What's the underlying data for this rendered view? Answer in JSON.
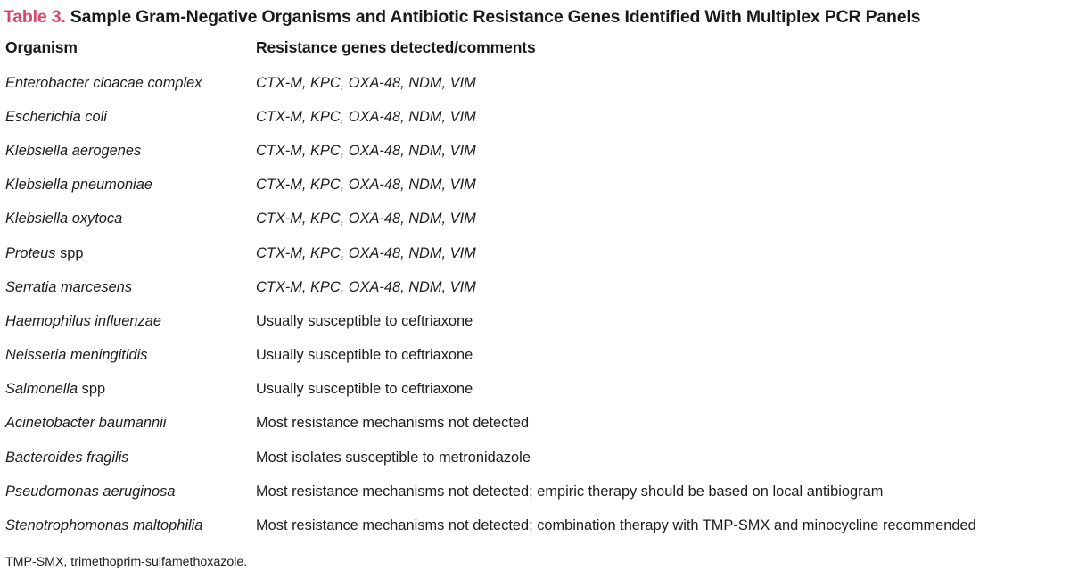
{
  "table": {
    "label": "Table 3.",
    "caption": "Sample Gram-Negative Organisms and Antibiotic Resistance Genes Identified With Multiplex PCR Panels",
    "accent_color": "#d6456a",
    "text_color": "#1a1a1a",
    "background_color": "#ffffff",
    "columns": [
      "Organism",
      "Resistance genes detected/comments"
    ],
    "rows": [
      {
        "organism": "Enterobacter cloacae complex",
        "organism_suffix": "",
        "genes": "CTX-M, KPC, OXA-48, NDM, VIM",
        "genes_italic": true
      },
      {
        "organism": "Escherichia coli",
        "organism_suffix": "",
        "genes": "CTX-M, KPC, OXA-48, NDM, VIM",
        "genes_italic": true
      },
      {
        "organism": "Klebsiella aerogenes",
        "organism_suffix": "",
        "genes": "CTX-M, KPC, OXA-48, NDM, VIM",
        "genes_italic": true
      },
      {
        "organism": "Klebsiella pneumoniae",
        "organism_suffix": "",
        "genes": "CTX-M, KPC, OXA-48, NDM, VIM",
        "genes_italic": true
      },
      {
        "organism": "Klebsiella oxytoca",
        "organism_suffix": "",
        "genes": "CTX-M, KPC, OXA-48, NDM, VIM",
        "genes_italic": true
      },
      {
        "organism": "Proteus",
        "organism_suffix": "spp",
        "genes": "CTX-M, KPC, OXA-48, NDM, VIM",
        "genes_italic": true
      },
      {
        "organism": "Serratia marcesens",
        "organism_suffix": "",
        "genes": "CTX-M, KPC, OXA-48, NDM, VIM",
        "genes_italic": true
      },
      {
        "organism": "Haemophilus influenzae",
        "organism_suffix": "",
        "genes": "Usually susceptible to ceftriaxone",
        "genes_italic": false
      },
      {
        "organism": "Neisseria meningitidis",
        "organism_suffix": "",
        "genes": "Usually susceptible to ceftriaxone",
        "genes_italic": false
      },
      {
        "organism": "Salmonella",
        "organism_suffix": "spp",
        "genes": "Usually susceptible to ceftriaxone",
        "genes_italic": false
      },
      {
        "organism": "Acinetobacter baumannii",
        "organism_suffix": "",
        "genes": "Most resistance mechanisms not detected",
        "genes_italic": false
      },
      {
        "organism": "Bacteroides fragilis",
        "organism_suffix": "",
        "genes": "Most isolates susceptible to metronidazole",
        "genes_italic": false
      },
      {
        "organism": "Pseudomonas aeruginosa",
        "organism_suffix": "",
        "genes": "Most resistance mechanisms not detected; empiric therapy should be based on local antibiogram",
        "genes_italic": false
      },
      {
        "organism": "Stenotrophomonas maltophilia",
        "organism_suffix": "",
        "genes": "Most resistance mechanisms not detected; combination therapy with TMP-SMX and minocycline recommended",
        "genes_italic": false,
        "wrap": true
      }
    ],
    "footnote": "TMP-SMX, trimethoprim-sulfamethoxazole."
  }
}
